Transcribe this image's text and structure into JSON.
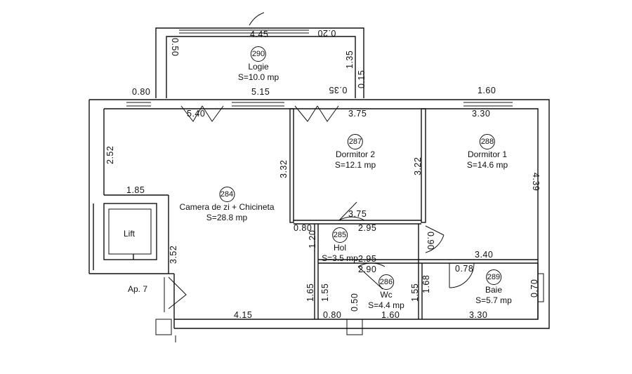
{
  "rooms": {
    "logie": {
      "num": "290",
      "name": "Logie",
      "area": "S=10.0 mp"
    },
    "camera": {
      "num": "284",
      "name": "Camera de zi + Chicineta",
      "area": "S=28.8 mp"
    },
    "dorm2": {
      "num": "287",
      "name": "Dormitor 2",
      "area": "S=12.1 mp"
    },
    "dorm1": {
      "num": "288",
      "name": "Dormitor 1",
      "area": "S=14.6 mp"
    },
    "hol": {
      "num": "285",
      "name": "Hol",
      "area": "S=3.5 mp"
    },
    "wc": {
      "num": "286",
      "name": "Wc",
      "area": "S=4.4 mp"
    },
    "baie": {
      "num": "289",
      "name": "Baie",
      "area": "S=5.7 mp"
    }
  },
  "labels": {
    "lift": "Lift",
    "apartment": "Ap. 7"
  },
  "dims": {
    "d445": "4.45",
    "d020": "0.20",
    "d050_top": "0.50",
    "d135": "1.35",
    "d015": "0.15",
    "d080_top": "0.80",
    "d515": "5.15",
    "d035": "0.35",
    "d160_top": "1.60",
    "d540": "5.40",
    "d375_top": "3.75",
    "d330_top": "3.30",
    "d252": "2.52",
    "d332": "3.32",
    "d322": "3.22",
    "d439": "4.39",
    "d185": "1.85",
    "d375_mid": "3.75",
    "d080_mid": "0.80",
    "d295_a": "2.95",
    "d120": "1.20",
    "d090": "0.90",
    "d295_b": "2.95",
    "d340": "3.40",
    "d352": "3.52",
    "d290": "2.90",
    "d078": "0.78",
    "d070": "0.70",
    "d165": "1.65",
    "d155_a": "1.55",
    "d050_b": "0.50",
    "d155_b": "1.55",
    "d168": "1.68",
    "d415": "4.15",
    "d080_bot": "0.80",
    "d160_bot": "1.60",
    "d330_bot": "3.30"
  }
}
